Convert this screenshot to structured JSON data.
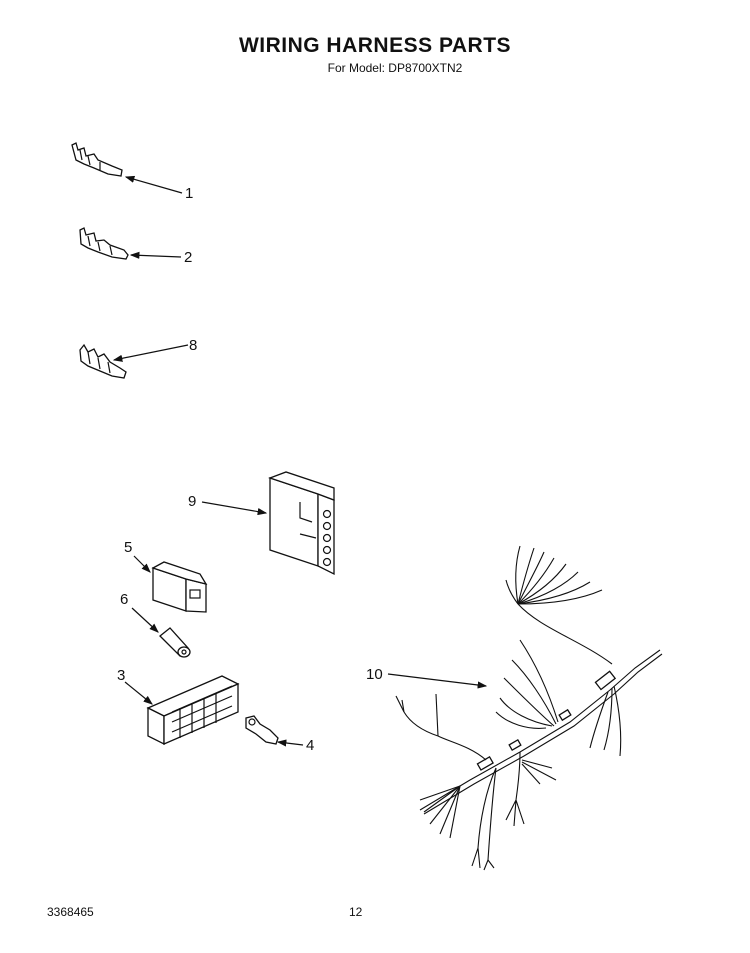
{
  "header": {
    "title": "WIRING HARNESS PARTS",
    "subtitle": "For Model: DP8700XTN2"
  },
  "footer": {
    "document_number": "3368465",
    "page_number": "12"
  },
  "callouts": {
    "c1": "1",
    "c2": "2",
    "c8": "8",
    "c9": "9",
    "c5": "5",
    "c6": "6",
    "c3": "3",
    "c4": "4",
    "c10": "10"
  }
}
